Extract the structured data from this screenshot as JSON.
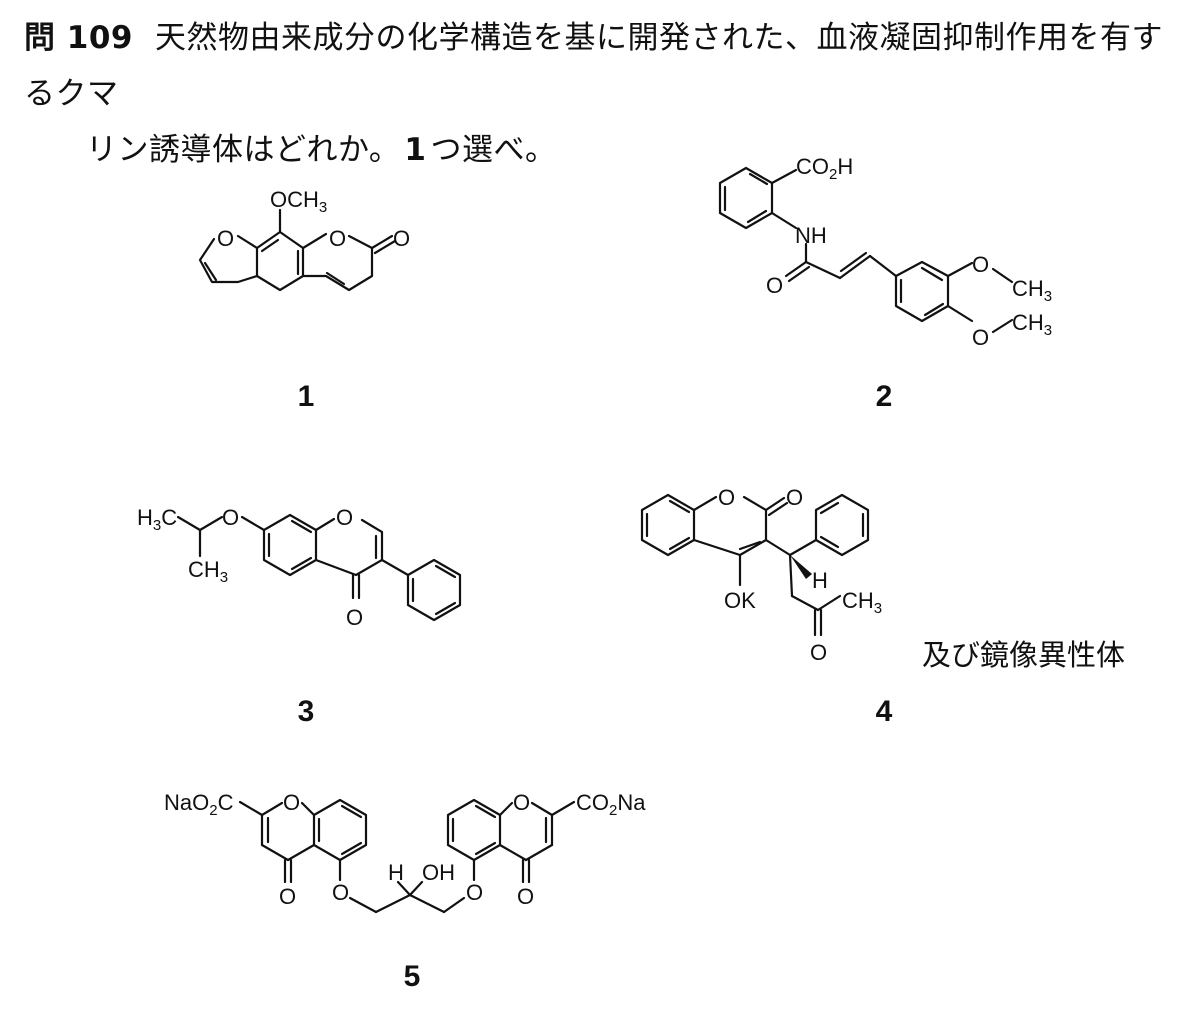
{
  "question": {
    "number": "問 109",
    "text_line1": "天然物由来成分の化学構造を基に開発された、血液凝固抑制作用を有するクマ",
    "text_line2_a": "リン誘導体はどれか。",
    "select_count": "1",
    "text_line2_b": "つ選べ。"
  },
  "choices": [
    {
      "label": "1",
      "atoms": {
        "methoxy": "OCH3",
        "ring_o1": "O",
        "ring_o2": "O",
        "carbonyl_o": "O"
      }
    },
    {
      "label": "2",
      "atoms": {
        "acid": "CO2H",
        "amine": "NH",
        "carbonyl_o": "O",
        "ome1_o": "O",
        "ome1_ch3": "CH3",
        "ome2_o": "O",
        "ome2_ch3": "CH3"
      }
    },
    {
      "label": "3",
      "atoms": {
        "h3c": "H3C",
        "ether_o": "O",
        "ch3": "CH3",
        "ring_o": "O",
        "carbonyl_o": "O"
      }
    },
    {
      "label": "4",
      "atoms": {
        "ring_o": "O",
        "carbonyl_o": "O",
        "ok": "OK",
        "h": "H",
        "ketone_ch3": "CH3",
        "ketone_o": "O"
      },
      "note": "及び鏡像異性体"
    },
    {
      "label": "5",
      "atoms": {
        "left_acid": "NaO2C",
        "right_acid": "CO2Na",
        "left_ring_o": "O",
        "right_ring_o": "O",
        "left_carbonyl_o": "O",
        "right_carbonyl_o": "O",
        "left_ether_o": "O",
        "right_ether_o": "O",
        "h": "H",
        "oh": "OH"
      }
    }
  ]
}
